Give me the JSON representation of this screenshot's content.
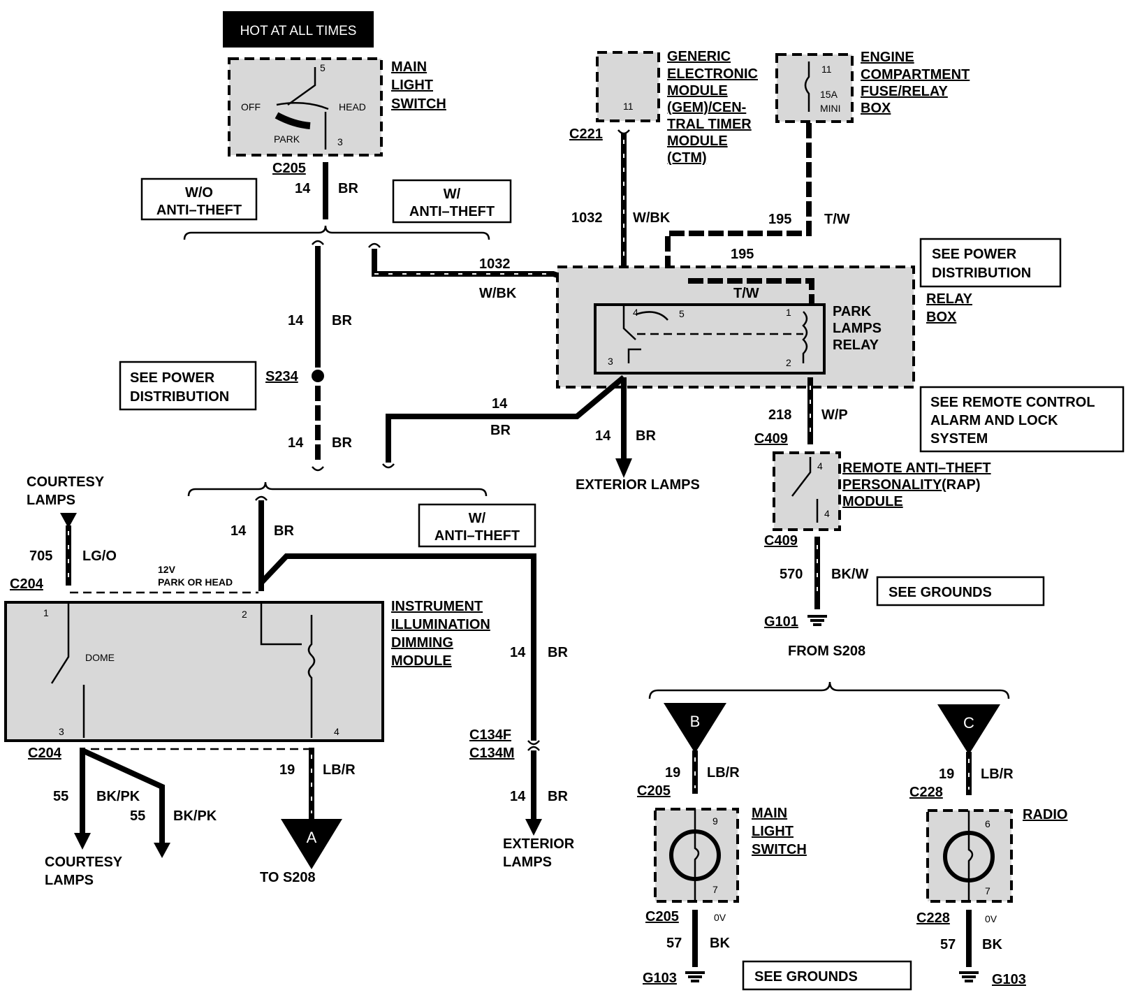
{
  "hot_at_all_times": "HOT AT ALL TIMES",
  "main_light_switch": {
    "title": [
      "MAIN",
      "LIGHT",
      "SWITCH"
    ],
    "pin_top": "5",
    "pin_bottom": "3",
    "off": "OFF",
    "head": "HEAD",
    "park": "PARK",
    "connector": "C205",
    "gauge": "14",
    "color": "BR"
  },
  "wo_anti_theft": [
    "W/O",
    "ANTI–THEFT"
  ],
  "w_anti_theft_top": [
    "W/",
    "ANTI–THEFT"
  ],
  "w_anti_theft_bottom": [
    "W/",
    "ANTI–THEFT"
  ],
  "gem": {
    "title": [
      "GENERIC",
      "ELECTRONIC",
      "MODULE",
      "(GEM)/CEN-",
      "TRAL TIMER",
      "MODULE",
      "(CTM)"
    ],
    "pin": "11",
    "connector": "C221"
  },
  "fuse_box": {
    "title": [
      "ENGINE",
      "COMPARTMENT",
      "FUSE/RELAY",
      "BOX"
    ],
    "fuse": "11",
    "rating": "15A",
    "type": "MINI"
  },
  "circuits": {
    "c1032": "1032",
    "wbk": "W/BK",
    "c195": "195",
    "tw": "T/W",
    "c14": "14",
    "br": "BR",
    "c218": "218",
    "wp": "W/P",
    "c570": "570",
    "bkw": "BK/W",
    "c705": "705",
    "lgo": "LG/O",
    "c55": "55",
    "bkpk": "BK/PK",
    "c19": "19",
    "lbr": "LB/R",
    "c57": "57",
    "bk": "BK"
  },
  "relay": {
    "title": [
      "PARK",
      "LAMPS",
      "RELAY"
    ],
    "box": [
      "RELAY",
      "BOX"
    ],
    "pins": [
      "4",
      "5",
      "1",
      "3",
      "2"
    ]
  },
  "see_power_distribution": [
    "SEE POWER",
    "DISTRIBUTION"
  ],
  "see_remote": [
    "SEE REMOTE CONTROL",
    "ALARM AND LOCK",
    "SYSTEM"
  ],
  "s234": "S234",
  "exterior_lamps": "EXTERIOR LAMPS",
  "exterior_lamps_2": [
    "EXTERIOR",
    "LAMPS"
  ],
  "c409": "C409",
  "rap": {
    "title": [
      "REMOTE ANTI–THEFT",
      "PERSONALITY",
      "(RAP)",
      "MODULE"
    ],
    "pins": [
      "4",
      "4"
    ]
  },
  "see_grounds": "SEE GROUNDS",
  "g101": "G101",
  "g103": "G103",
  "from_s208": "FROM S208",
  "courtesy_lamps": [
    "COURTESY",
    "LAMPS"
  ],
  "c204": "C204",
  "twelve_v": [
    "12V",
    "PARK OR HEAD"
  ],
  "dimming": {
    "title": [
      "INSTRUMENT",
      "ILLUMINATION",
      "DIMMING",
      "MODULE"
    ],
    "dome": "DOME",
    "pins": [
      "1",
      "2",
      "3",
      "4"
    ]
  },
  "c134f": "C134F",
  "c134m": "C134M",
  "to_s208": "TO S208",
  "marker_a": "A",
  "marker_b": "B",
  "marker_c": "C",
  "c205": "C205",
  "c228": "C228",
  "zero_v": "0V",
  "switch_pins": [
    "9",
    "7"
  ],
  "radio_pins": [
    "6",
    "7"
  ],
  "radio": "RADIO"
}
